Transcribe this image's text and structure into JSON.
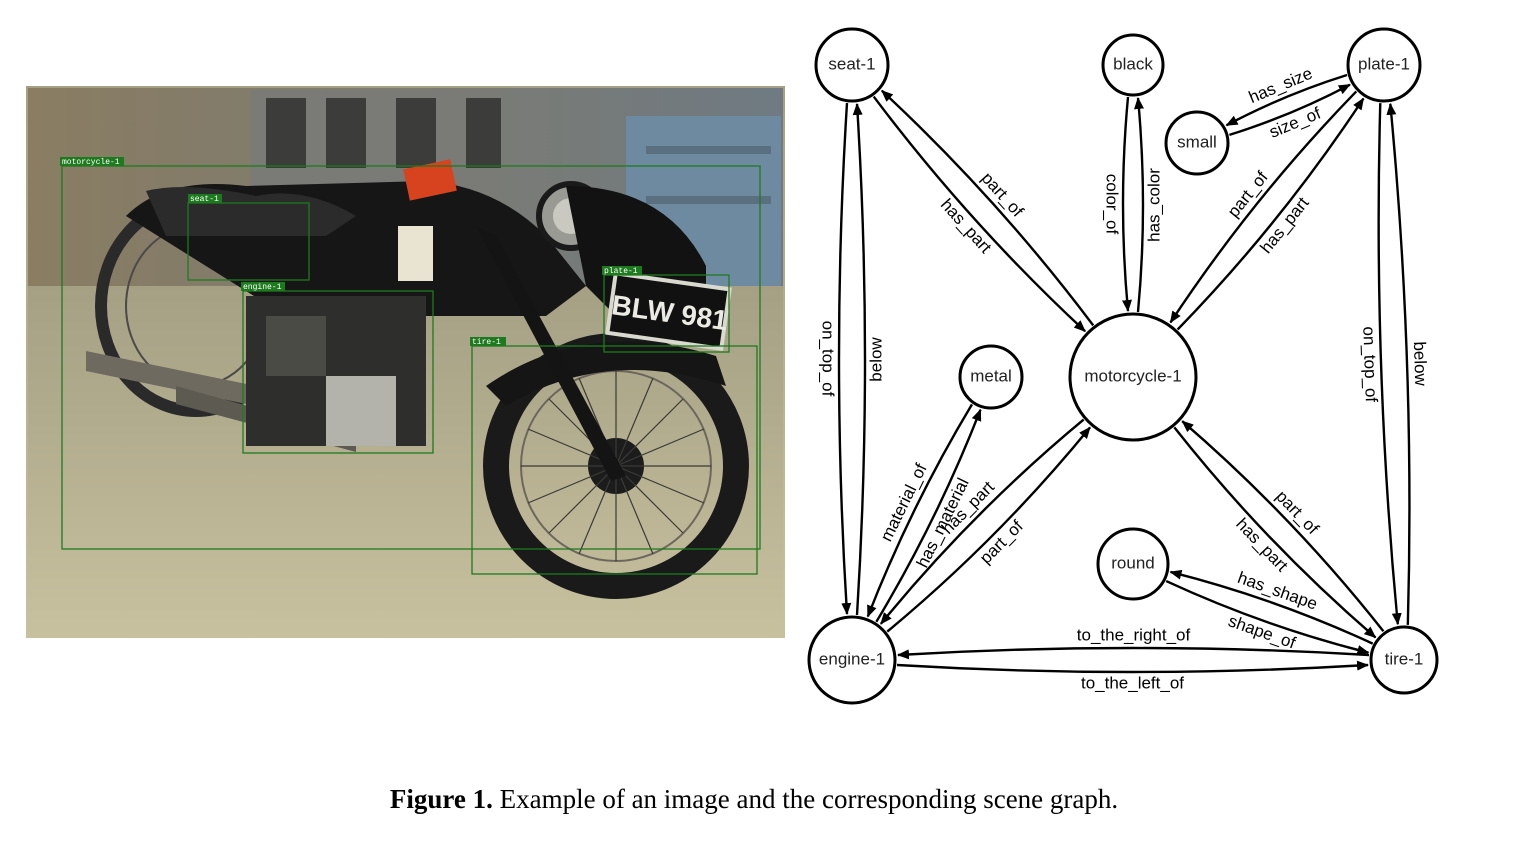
{
  "figure": {
    "caption_label": "Figure 1.",
    "caption_text": "Example of an image and the corresponding scene graph."
  },
  "photo": {
    "plate_text": "BLW 981",
    "box_color": "#1e7a1e",
    "boxes": [
      {
        "id": "motorcycle",
        "label": "motorcycle-1"
      },
      {
        "id": "seat",
        "label": "seat-1"
      },
      {
        "id": "engine",
        "label": "engine-1"
      },
      {
        "id": "plate",
        "label": "plate-1"
      },
      {
        "id": "tire",
        "label": "tire-1"
      }
    ]
  },
  "scene_graph": {
    "nodes": [
      {
        "id": "seat",
        "label": "seat-1"
      },
      {
        "id": "black",
        "label": "black"
      },
      {
        "id": "plate",
        "label": "plate-1"
      },
      {
        "id": "small",
        "label": "small"
      },
      {
        "id": "motorcycle",
        "label": "motorcycle-1"
      },
      {
        "id": "metal",
        "label": "metal"
      },
      {
        "id": "round",
        "label": "round"
      },
      {
        "id": "engine",
        "label": "engine-1"
      },
      {
        "id": "tire",
        "label": "tire-1"
      }
    ],
    "edges": [
      {
        "from": "motorcycle",
        "to": "seat",
        "label": "part_of"
      },
      {
        "from": "seat",
        "to": "motorcycle",
        "label": "has_part"
      },
      {
        "from": "motorcycle",
        "to": "black",
        "label": "has_color"
      },
      {
        "from": "black",
        "to": "motorcycle",
        "label": "color_of"
      },
      {
        "from": "small",
        "to": "plate",
        "label": "size_of"
      },
      {
        "from": "plate",
        "to": "small",
        "label": "has_size"
      },
      {
        "from": "motorcycle",
        "to": "plate",
        "label": "has_part"
      },
      {
        "from": "plate",
        "to": "motorcycle",
        "label": "part_of"
      },
      {
        "from": "engine",
        "to": "seat",
        "label": "below"
      },
      {
        "from": "seat",
        "to": "engine",
        "label": "on_top_of"
      },
      {
        "from": "engine",
        "to": "metal",
        "label": "has_material"
      },
      {
        "from": "metal",
        "to": "engine",
        "label": "material_of"
      },
      {
        "from": "engine",
        "to": "motorcycle",
        "label": "part_of"
      },
      {
        "from": "motorcycle",
        "to": "engine",
        "label": "has_part"
      },
      {
        "from": "motorcycle",
        "to": "tire",
        "label": "has_part"
      },
      {
        "from": "tire",
        "to": "motorcycle",
        "label": "part_of"
      },
      {
        "from": "round",
        "to": "tire",
        "label": "shape_of"
      },
      {
        "from": "tire",
        "to": "round",
        "label": "has_shape"
      },
      {
        "from": "tire",
        "to": "plate",
        "label": "below"
      },
      {
        "from": "plate",
        "to": "tire",
        "label": "on_top_of"
      },
      {
        "from": "engine",
        "to": "tire",
        "label": "to_the_left_of"
      },
      {
        "from": "tire",
        "to": "engine",
        "label": "to_the_right_of"
      }
    ]
  }
}
